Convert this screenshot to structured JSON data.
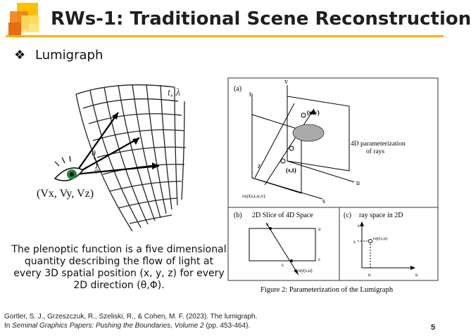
{
  "slide": {
    "title": "RWs-1: Traditional Scene Reconstruction",
    "bullet": {
      "label": "Lumigraph"
    },
    "description": "The plenoptic function is a five dimensional quantity describing the flow of light at every 3D spatial position (x, y, z) for every 2D direction (θ,Φ).",
    "citation": {
      "line1": "Gortler, S. J., Grzeszczuk, R., Szeliski, R., & Cohen, M. F. (2023). The lumigraph.",
      "line2_prefix": "In ",
      "line2_italic": "Seminal Graphics Papers: Pushing the Boundaries, Volume 2",
      "line2_suffix": " (pp. 453-464)."
    },
    "page_number": "5"
  },
  "plenoptic_figure": {
    "label_tlambda": "t, λ",
    "label_theta": "θ",
    "label_phi": "φ",
    "label_viewpoint": "(Vx, Vy, Vz)"
  },
  "lumigraph_figure": {
    "panel_a_label": "(a)",
    "axis_t": "t",
    "axis_v": "v",
    "axis_z": "z",
    "axis_u": "u",
    "axis_s": "s",
    "point_uv": "(u,v)",
    "point_st": "(s,t)",
    "param_text_1": "4D parameterization",
    "param_text_2": "of rays",
    "ray_label": "ray(s,t,u,v)",
    "panel_b_label": "(b)",
    "panel_b_title": "2D Slice of 4D Space",
    "panel_b_u_top": "u",
    "panel_b_u_right": "u",
    "panel_b_s_right": "s",
    "panel_b_s_bottom": "s",
    "panel_b_ray": "ray(s,u)",
    "panel_c_label": "(c)",
    "panel_c_title": "ray space in 2D",
    "panel_c_s_axis": "s",
    "panel_c_u_axis": "u",
    "panel_c_s_tick": "s",
    "panel_c_u_tick": "u",
    "panel_c_ray": "ray(s,u)",
    "caption": "Figure 2:  Parameterization of the Lumigraph"
  },
  "colors": {
    "accent_rule": "#ffb000",
    "logo_yellow": "#ffc000",
    "logo_orange": "#f07f1a",
    "title": "#1f1f1f"
  }
}
